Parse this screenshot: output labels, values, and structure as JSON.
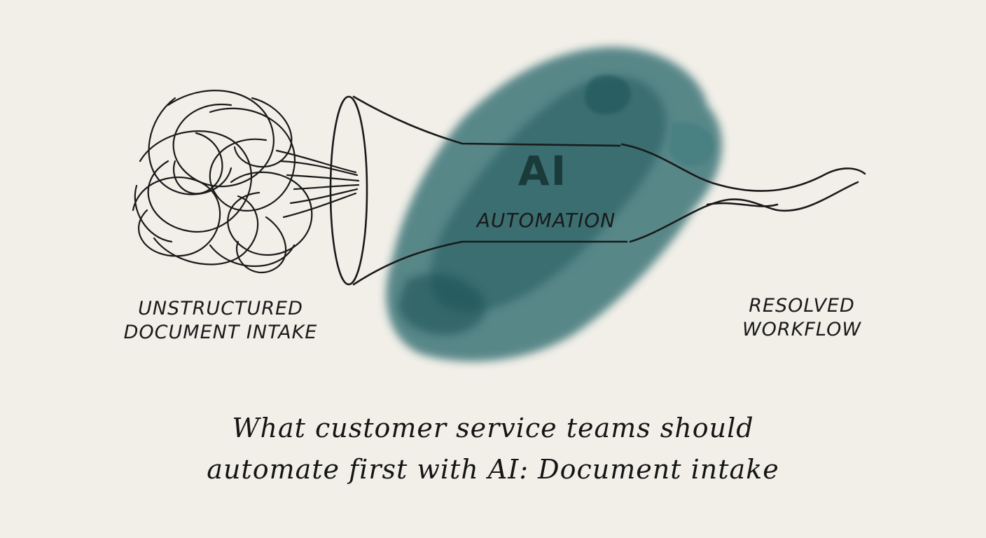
{
  "diagram": {
    "input_label_line1": "UNSTRUCTURED",
    "input_label_line2": "DOCUMENT INTAKE",
    "ai_mark": "AI",
    "process_label": "AUTOMATION",
    "output_label_line1": "RESOLVED",
    "output_label_line2": "WORKFLOW"
  },
  "headline": {
    "line1": "What customer service teams should",
    "line2": "automate first with AI: Document intake"
  },
  "colors": {
    "paper": "#f1efe8",
    "ink": "#151515",
    "watercolor": "#2e6b6e"
  }
}
